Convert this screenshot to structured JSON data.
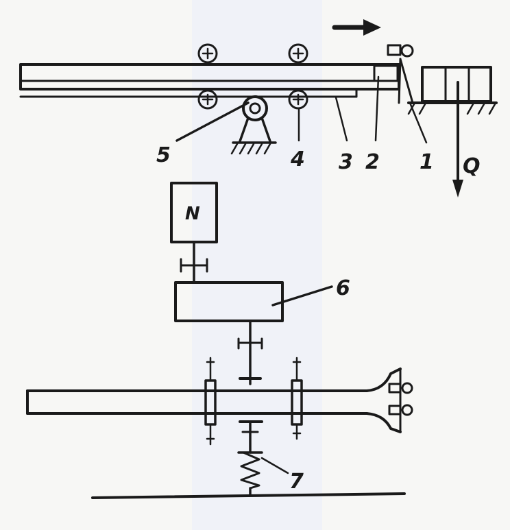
{
  "labels": {
    "l1": "1",
    "l2": "2",
    "l3": "3",
    "l4": "4",
    "l5": "5",
    "l6": "6",
    "l7": "7",
    "motor": "N",
    "load": "Q"
  }
}
